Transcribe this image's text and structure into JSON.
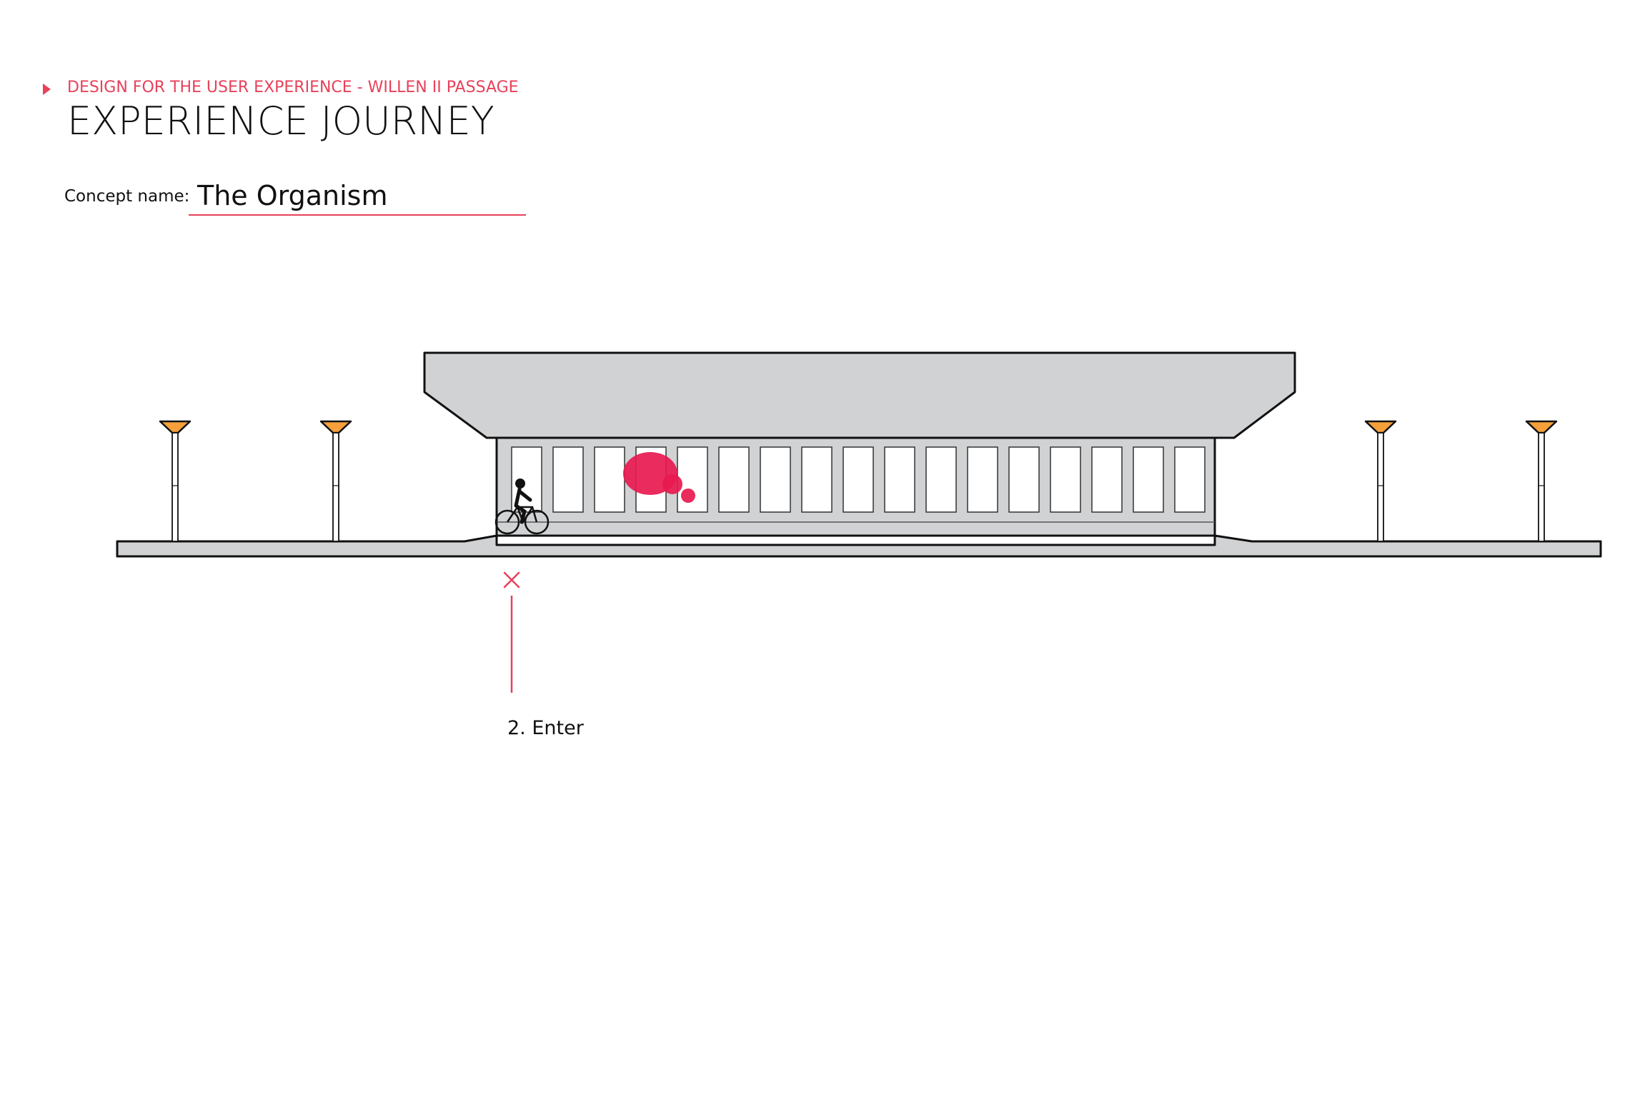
{
  "header": {
    "subtitle": "DESIGN FOR THE USER EXPERIENCE - WILLEN II PASSAGE",
    "title": "EXPERIENCE JOURNEY"
  },
  "concept": {
    "label": "Concept name:",
    "value": "The Organism"
  },
  "marker": {
    "step_label": "2. Enter"
  },
  "icons": [
    "triangle-arrow-icon",
    "close-x-icon",
    "cyclist-icon",
    "street-lamp-icon"
  ],
  "colors": {
    "accent": "#e8415a",
    "organism": "#e8194f",
    "lamp": "#f5a03a",
    "structure": "#d1d2d4",
    "outline": "#111111"
  }
}
